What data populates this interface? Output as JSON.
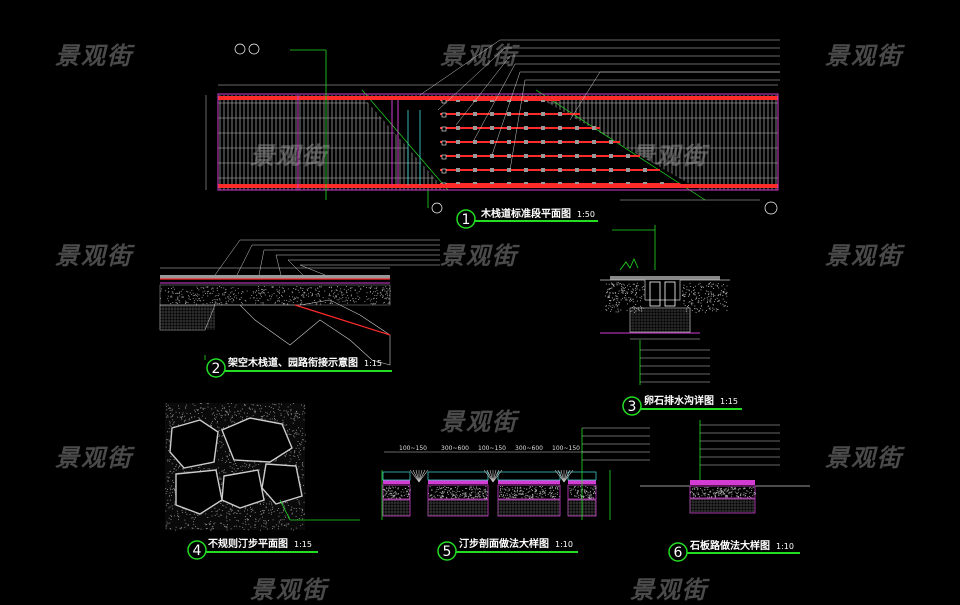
{
  "watermark": "景观街",
  "colors": {
    "background": "#000000",
    "plank": "#9a9a9a",
    "joist": "#ff2a2a",
    "frame": "#d23cd2",
    "leader": "#22dd22",
    "text": "#ffffff"
  },
  "details": [
    {
      "number": "1",
      "title": "木栈道标准段平面图",
      "scale": "1:50"
    },
    {
      "number": "2",
      "title": "架空木栈道、园路衔接示意图",
      "scale": "1:15"
    },
    {
      "number": "3",
      "title": "卵石排水沟详图",
      "scale": "1:15"
    },
    {
      "number": "4",
      "title": "不规则汀步平面图",
      "scale": "1:15"
    },
    {
      "number": "5",
      "title": "汀步剖面做法大样图",
      "scale": "1:10"
    },
    {
      "number": "6",
      "title": "石板路做法大样图",
      "scale": "1:10"
    }
  ],
  "detail5_dims": [
    "100~150",
    "300~600",
    "100~150",
    "300~600",
    "100~150"
  ]
}
